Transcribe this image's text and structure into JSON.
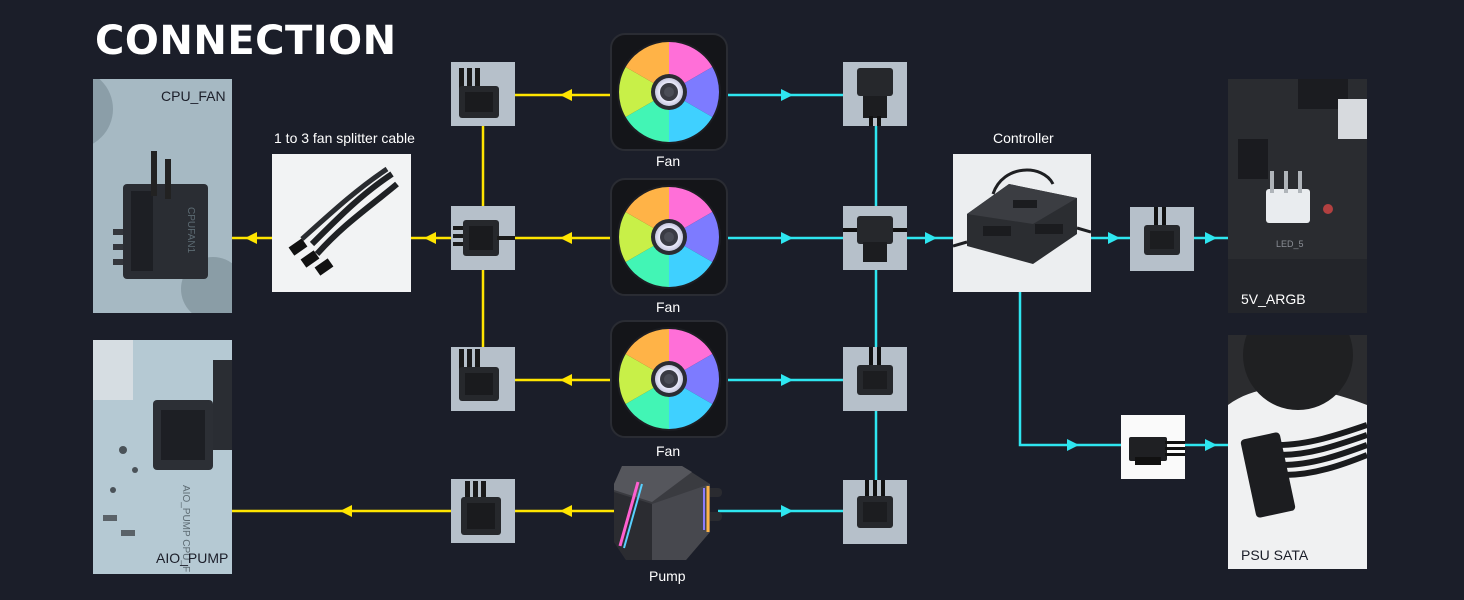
{
  "heading": "CONNECTION",
  "labels": {
    "cpu_fan": "CPU_FAN",
    "aio_pump": "AIO_PUMP",
    "splitter": "1 to 3 fan splitter cable",
    "fan_1": "Fan",
    "fan_2": "Fan",
    "fan_3": "Fan",
    "pump": "Pump",
    "controller": "Controller",
    "argb_header": "5V_ARGB",
    "psu_sata": "PSU SATA"
  },
  "board_silkscreen": {
    "cpu_fan_board": "CPUFAN1",
    "aio_board": "AIO_PUMP  CPU_F",
    "argb_board": "LED_5"
  },
  "colors": {
    "background": "#1b1e29",
    "pwm_wire": "#ffe500",
    "argb_wire": "#2ee6f0",
    "text": "#ffffff"
  },
  "icons": {
    "fan": "rgb-fan-icon",
    "pump": "pump-block-icon",
    "controller": "controller-hub-icon",
    "pwm_connector": "4pin-fan-connector-icon",
    "argb_connector": "3pin-argb-connector-icon",
    "sata_connector": "sata-power-connector-icon"
  }
}
